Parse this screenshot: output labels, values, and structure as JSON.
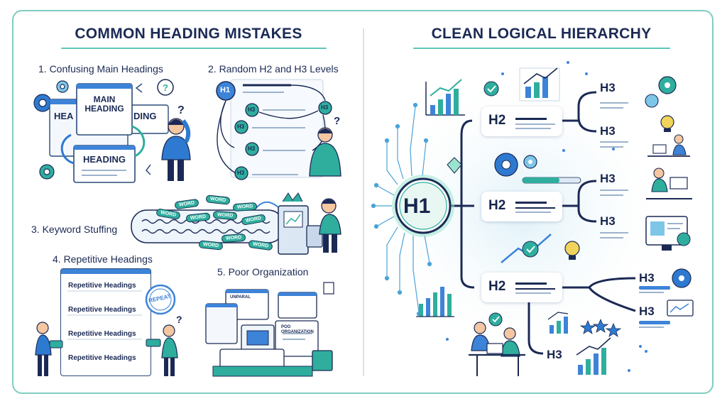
{
  "left_title": "COMMON HEADING MISTAKES",
  "right_title": "CLEAN LOGICAL HIERARCHY",
  "mistakes": {
    "m1": {
      "label": "1. Confusing Main Headings",
      "card_top": "MAIN\nHEADING",
      "card_back": "HEA",
      "card_back_right": "DING",
      "card_bottom": "HEADING"
    },
    "m2": {
      "label": "2. Random H2 and H3 Levels",
      "h1": "H1",
      "h3": "H3"
    },
    "m3": {
      "label": "3. Keyword Stuffing",
      "pill": "WORD"
    },
    "m4": {
      "label": "4. Repetitive Headings",
      "items": [
        "Repetitive Headings",
        "Repetitive Headings",
        "Repetitive Headings",
        "Repetitive Headings"
      ],
      "stamp": "REPEAT"
    },
    "m5": {
      "label": "5. Poor Organization",
      "tag1": "UNPARAL",
      "tag2": "POO\nORGANIZATION"
    }
  },
  "hierarchy": {
    "h1": "H1",
    "h2": [
      "H2",
      "H2",
      "H2"
    ],
    "h3": [
      "H3",
      "H3",
      "H3",
      "H3",
      "H3",
      "H3",
      "H3"
    ]
  },
  "colors": {
    "navy": "#1b2a55",
    "teal": "#2fae9e",
    "blue": "#3d83d8",
    "border": "#7fcdc0"
  }
}
